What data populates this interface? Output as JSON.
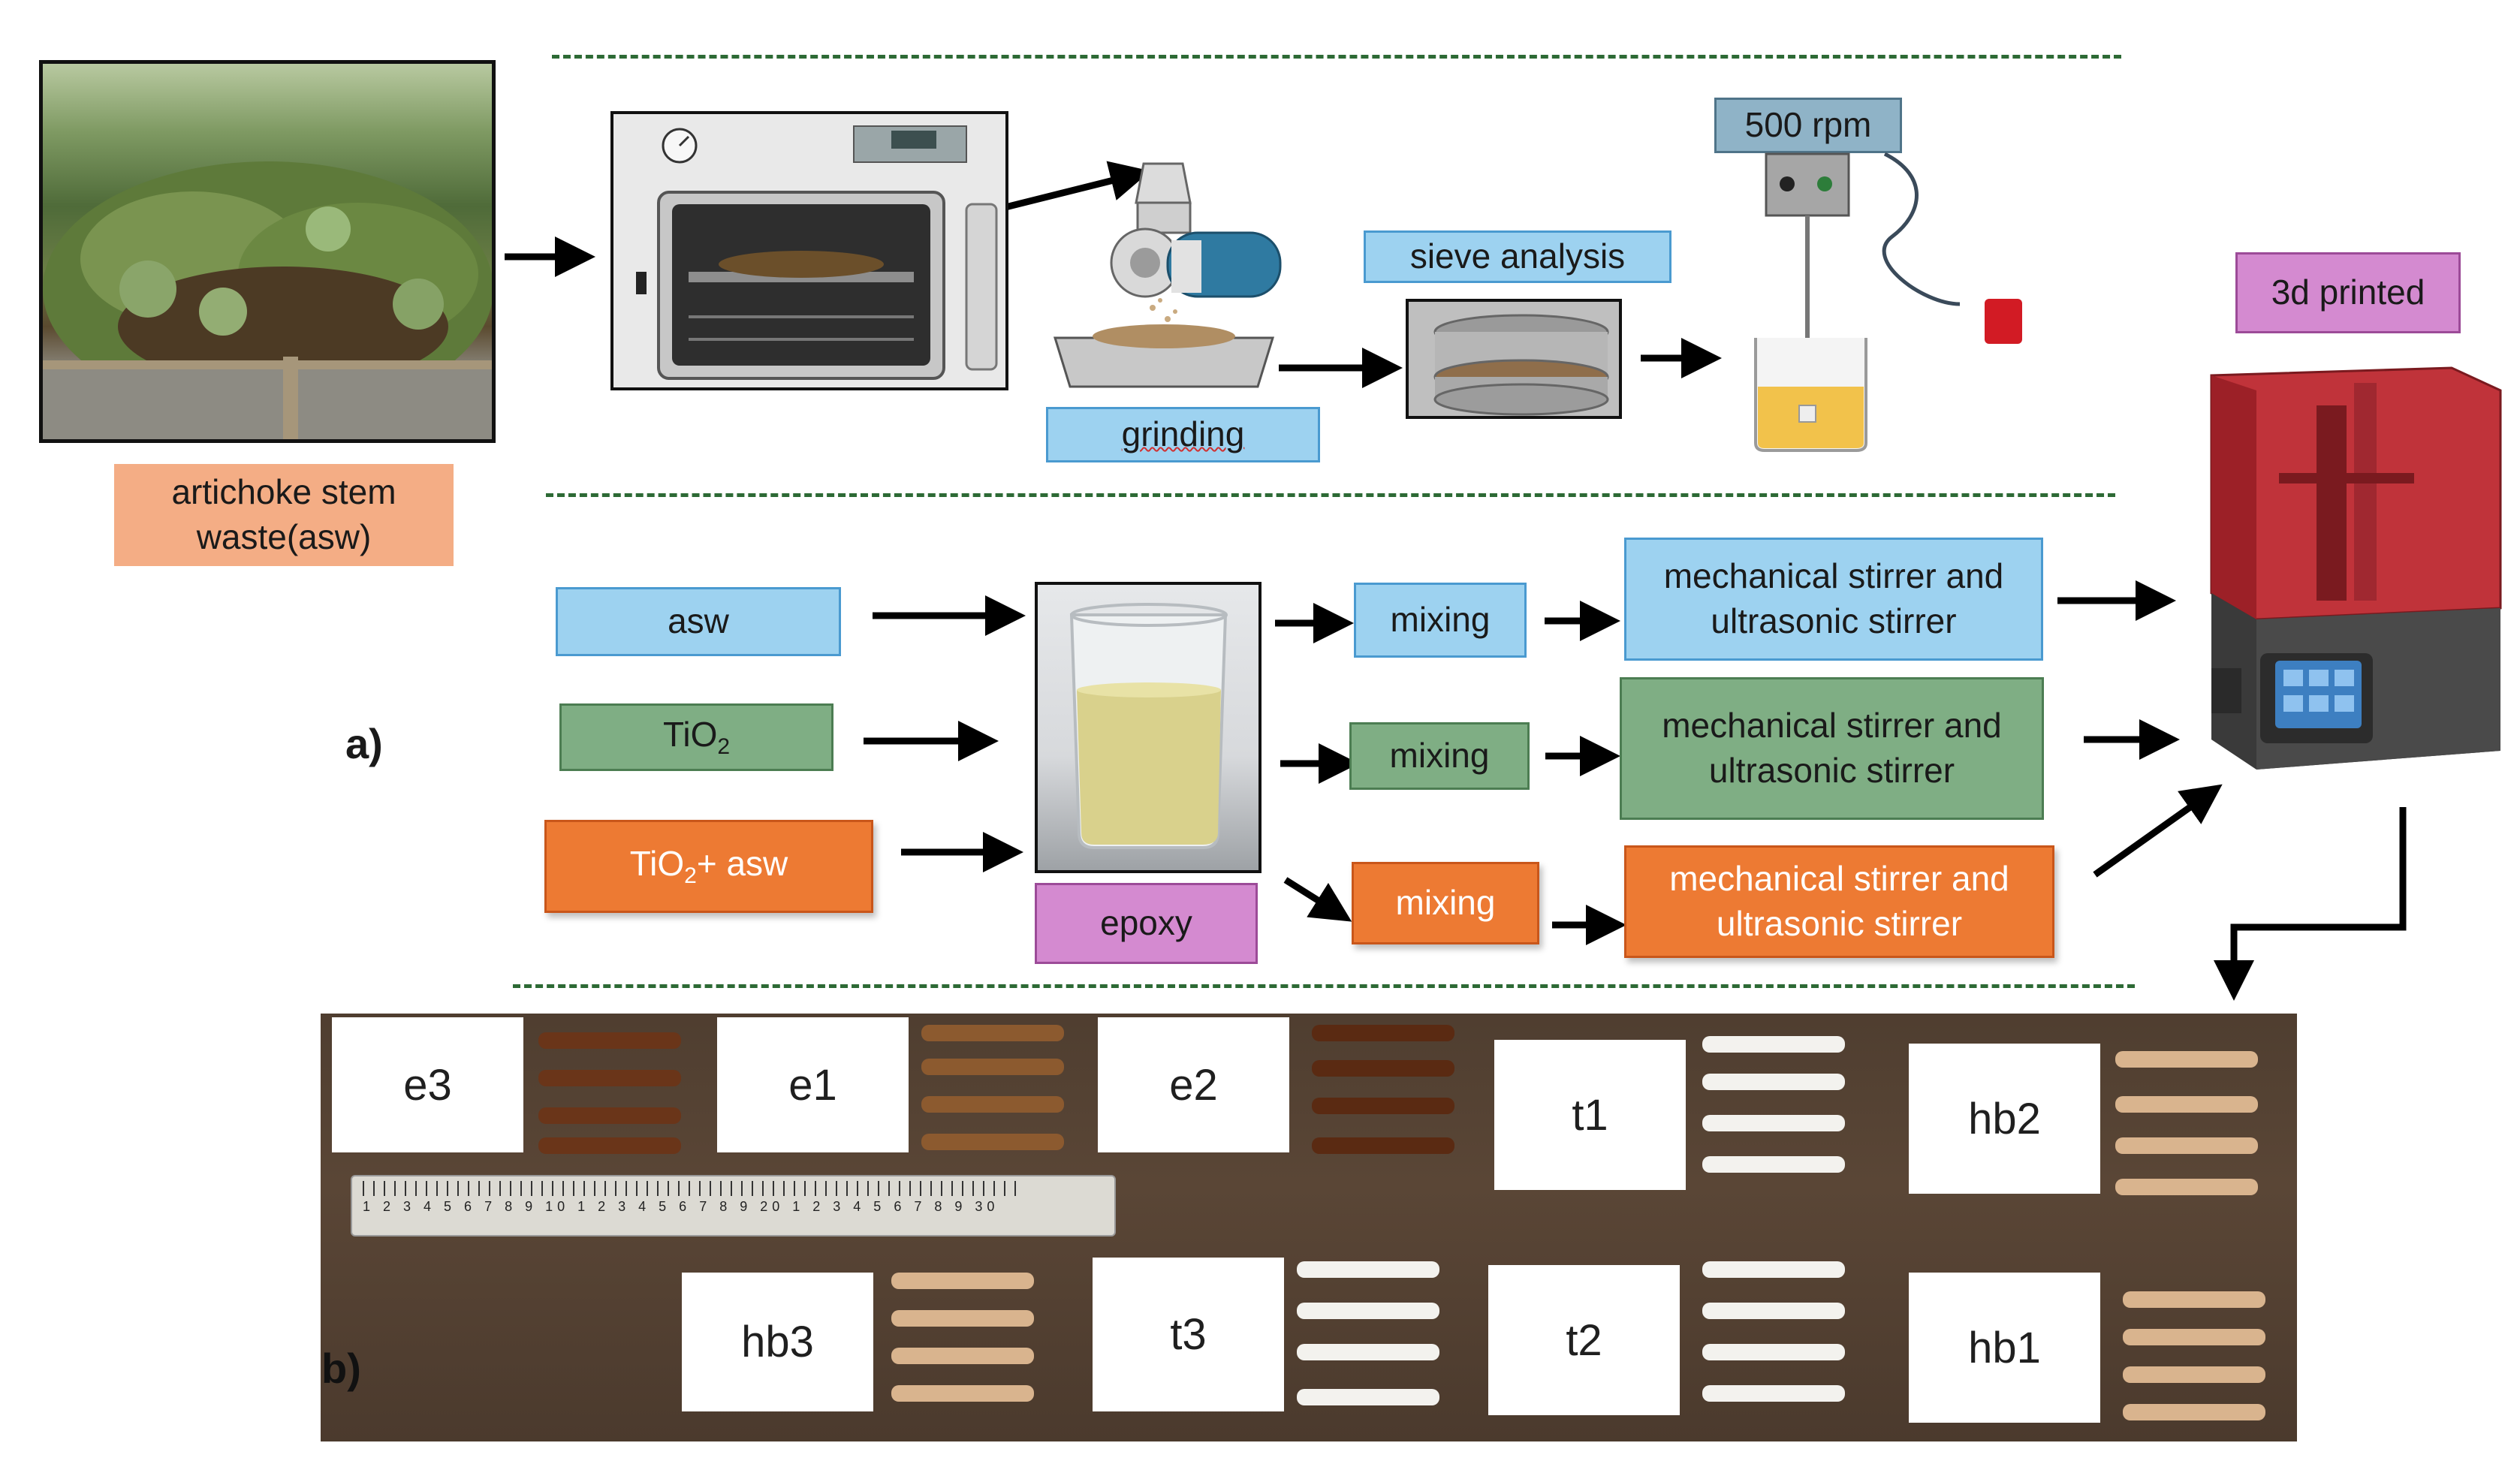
{
  "labels": {
    "artichoke": "artichoke stem waste(asw)",
    "grinding": "grinding",
    "sieve": "sieve analysis",
    "rpm": "500 rpm",
    "printed": "3d printed",
    "panel_a": "a)",
    "panel_b": "b)"
  },
  "inputs": {
    "asw": "asw",
    "tio2_base": "TiO",
    "tio2_sub": "2",
    "hybrid_base": "TiO",
    "hybrid_sub": "2",
    "hybrid_rest": "+ asw",
    "epoxy": "epoxy"
  },
  "process": {
    "mixing": "mixing",
    "stirrer": "mechanical stirrer and ultrasonic stirrer"
  },
  "samples": {
    "row1": [
      "e3",
      "e1",
      "e2",
      "t1",
      "hb2"
    ],
    "row2": [
      "hb3",
      "t3",
      "t2",
      "hb1"
    ]
  },
  "ruler": {
    "numbers": "1 2 3 4 5 6 7 8 9 10 1 2 3 4 5 6 7 8 9 20 1 2 3 4 5 6 7 8 9 30"
  },
  "colors": {
    "blue": "#9dd2f0",
    "green": "#7fae84",
    "orange": "#ed7a33",
    "purple": "#d48ad0",
    "salmon": "#f4ad85",
    "dash": "#2d6a35"
  },
  "icons": [
    "drying-oven-icon",
    "grinder-icon",
    "sieve-icon",
    "stirrer-icon",
    "beaker-icon",
    "printer-icon"
  ]
}
